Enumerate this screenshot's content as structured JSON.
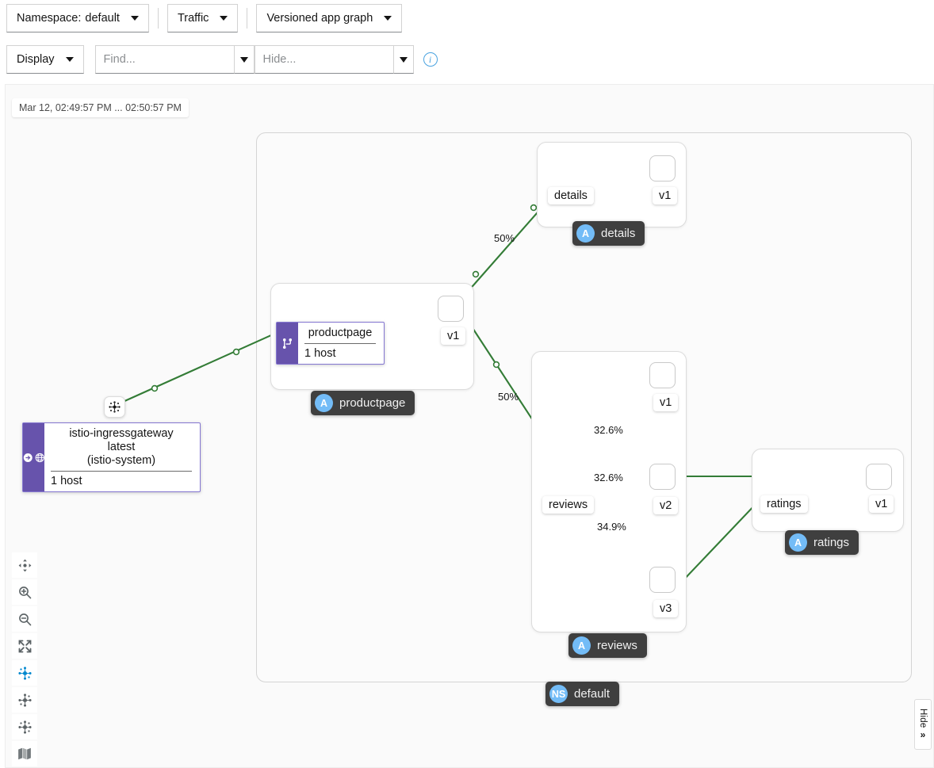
{
  "toolbar": {
    "namespace_label": "Namespace:",
    "namespace_value": "default",
    "traffic_label": "Traffic",
    "graph_type_label": "Versioned app graph",
    "display_label": "Display",
    "find_placeholder": "Find...",
    "find_value": "",
    "hide_placeholder": "Hide...",
    "hide_value": "",
    "info_glyph": "i"
  },
  "canvas": {
    "time_range": "Mar 12, 02:49:57 PM ... 02:50:57 PM",
    "namespace_badge": {
      "kind": "NS",
      "label": "default"
    }
  },
  "graph_data": {
    "type": "service-mesh-graph",
    "nodes": [
      {
        "id": "istio-ingressgateway",
        "kind": "workload-card",
        "title_lines": [
          "istio-ingressgateway",
          "latest",
          "(istio-system)"
        ],
        "detail": "1 host",
        "icon": "gateway-icons"
      },
      {
        "id": "ingress-mini",
        "kind": "mini-node",
        "icon": "mesh-topology-icon"
      },
      {
        "id": "productpage",
        "kind": "app-group",
        "app_label": "productpage",
        "service_label": "productpage",
        "service_detail": "1 host",
        "versions": [
          "v1"
        ],
        "badge_kind": "A"
      },
      {
        "id": "details",
        "kind": "app-group",
        "app_label": "details",
        "service_label": "details",
        "versions": [
          "v1"
        ],
        "badge_kind": "A"
      },
      {
        "id": "reviews",
        "kind": "app-group",
        "app_label": "reviews",
        "service_label": "reviews",
        "versions": [
          "v1",
          "v2",
          "v3"
        ],
        "badge_kind": "A"
      },
      {
        "id": "ratings",
        "kind": "app-group",
        "app_label": "ratings",
        "service_label": "ratings",
        "versions": [
          "v1"
        ],
        "badge_kind": "A"
      }
    ],
    "edges": [
      {
        "source": "istio-ingressgateway",
        "target": "productpage",
        "label": ""
      },
      {
        "source": "productpage-svc",
        "target": "productpage-v1",
        "label": ""
      },
      {
        "source": "productpage-v1",
        "target": "details",
        "label": "50%"
      },
      {
        "source": "productpage-v1",
        "target": "reviews",
        "label": "50%"
      },
      {
        "source": "details-svc",
        "target": "details-v1",
        "label": ""
      },
      {
        "source": "reviews-svc",
        "target": "reviews-v1",
        "label": "32.6%"
      },
      {
        "source": "reviews-svc",
        "target": "reviews-v2",
        "label": "32.6%"
      },
      {
        "source": "reviews-svc",
        "target": "reviews-v3",
        "label": "34.9%"
      },
      {
        "source": "reviews-v2",
        "target": "ratings",
        "label": ""
      },
      {
        "source": "reviews-v3",
        "target": "ratings",
        "label": ""
      },
      {
        "source": "ratings-svc",
        "target": "ratings-v1",
        "label": ""
      }
    ],
    "edge_color": "#337c36",
    "version_labels": {
      "details_v1": "v1",
      "productpage_v1": "v1",
      "reviews_v1": "v1",
      "reviews_v2": "v2",
      "reviews_v3": "v3",
      "ratings_v1": "v1"
    },
    "percentages": {
      "to_details": "50%",
      "to_reviews": "50%",
      "reviews_v1": "32.6%",
      "reviews_v2": "32.6%",
      "reviews_v3": "34.9%"
    }
  },
  "tool_rail": [
    {
      "name": "pan-icon",
      "title": "Pan"
    },
    {
      "name": "zoom-in-icon",
      "title": "Zoom In"
    },
    {
      "name": "zoom-out-icon",
      "title": "Zoom Out"
    },
    {
      "name": "fit-screen-icon",
      "title": "Zoom to Fit"
    },
    {
      "name": "layout-dagre-icon",
      "title": "Layout 1",
      "active": true
    },
    {
      "name": "layout-cola-icon",
      "title": "Layout 2",
      "active": false
    },
    {
      "name": "layout-grid-icon",
      "title": "Layout 3",
      "active": false
    },
    {
      "name": "legend-map-icon",
      "title": "Legend"
    }
  ],
  "hide_panel": {
    "label": "Hide",
    "chevron": "»"
  }
}
